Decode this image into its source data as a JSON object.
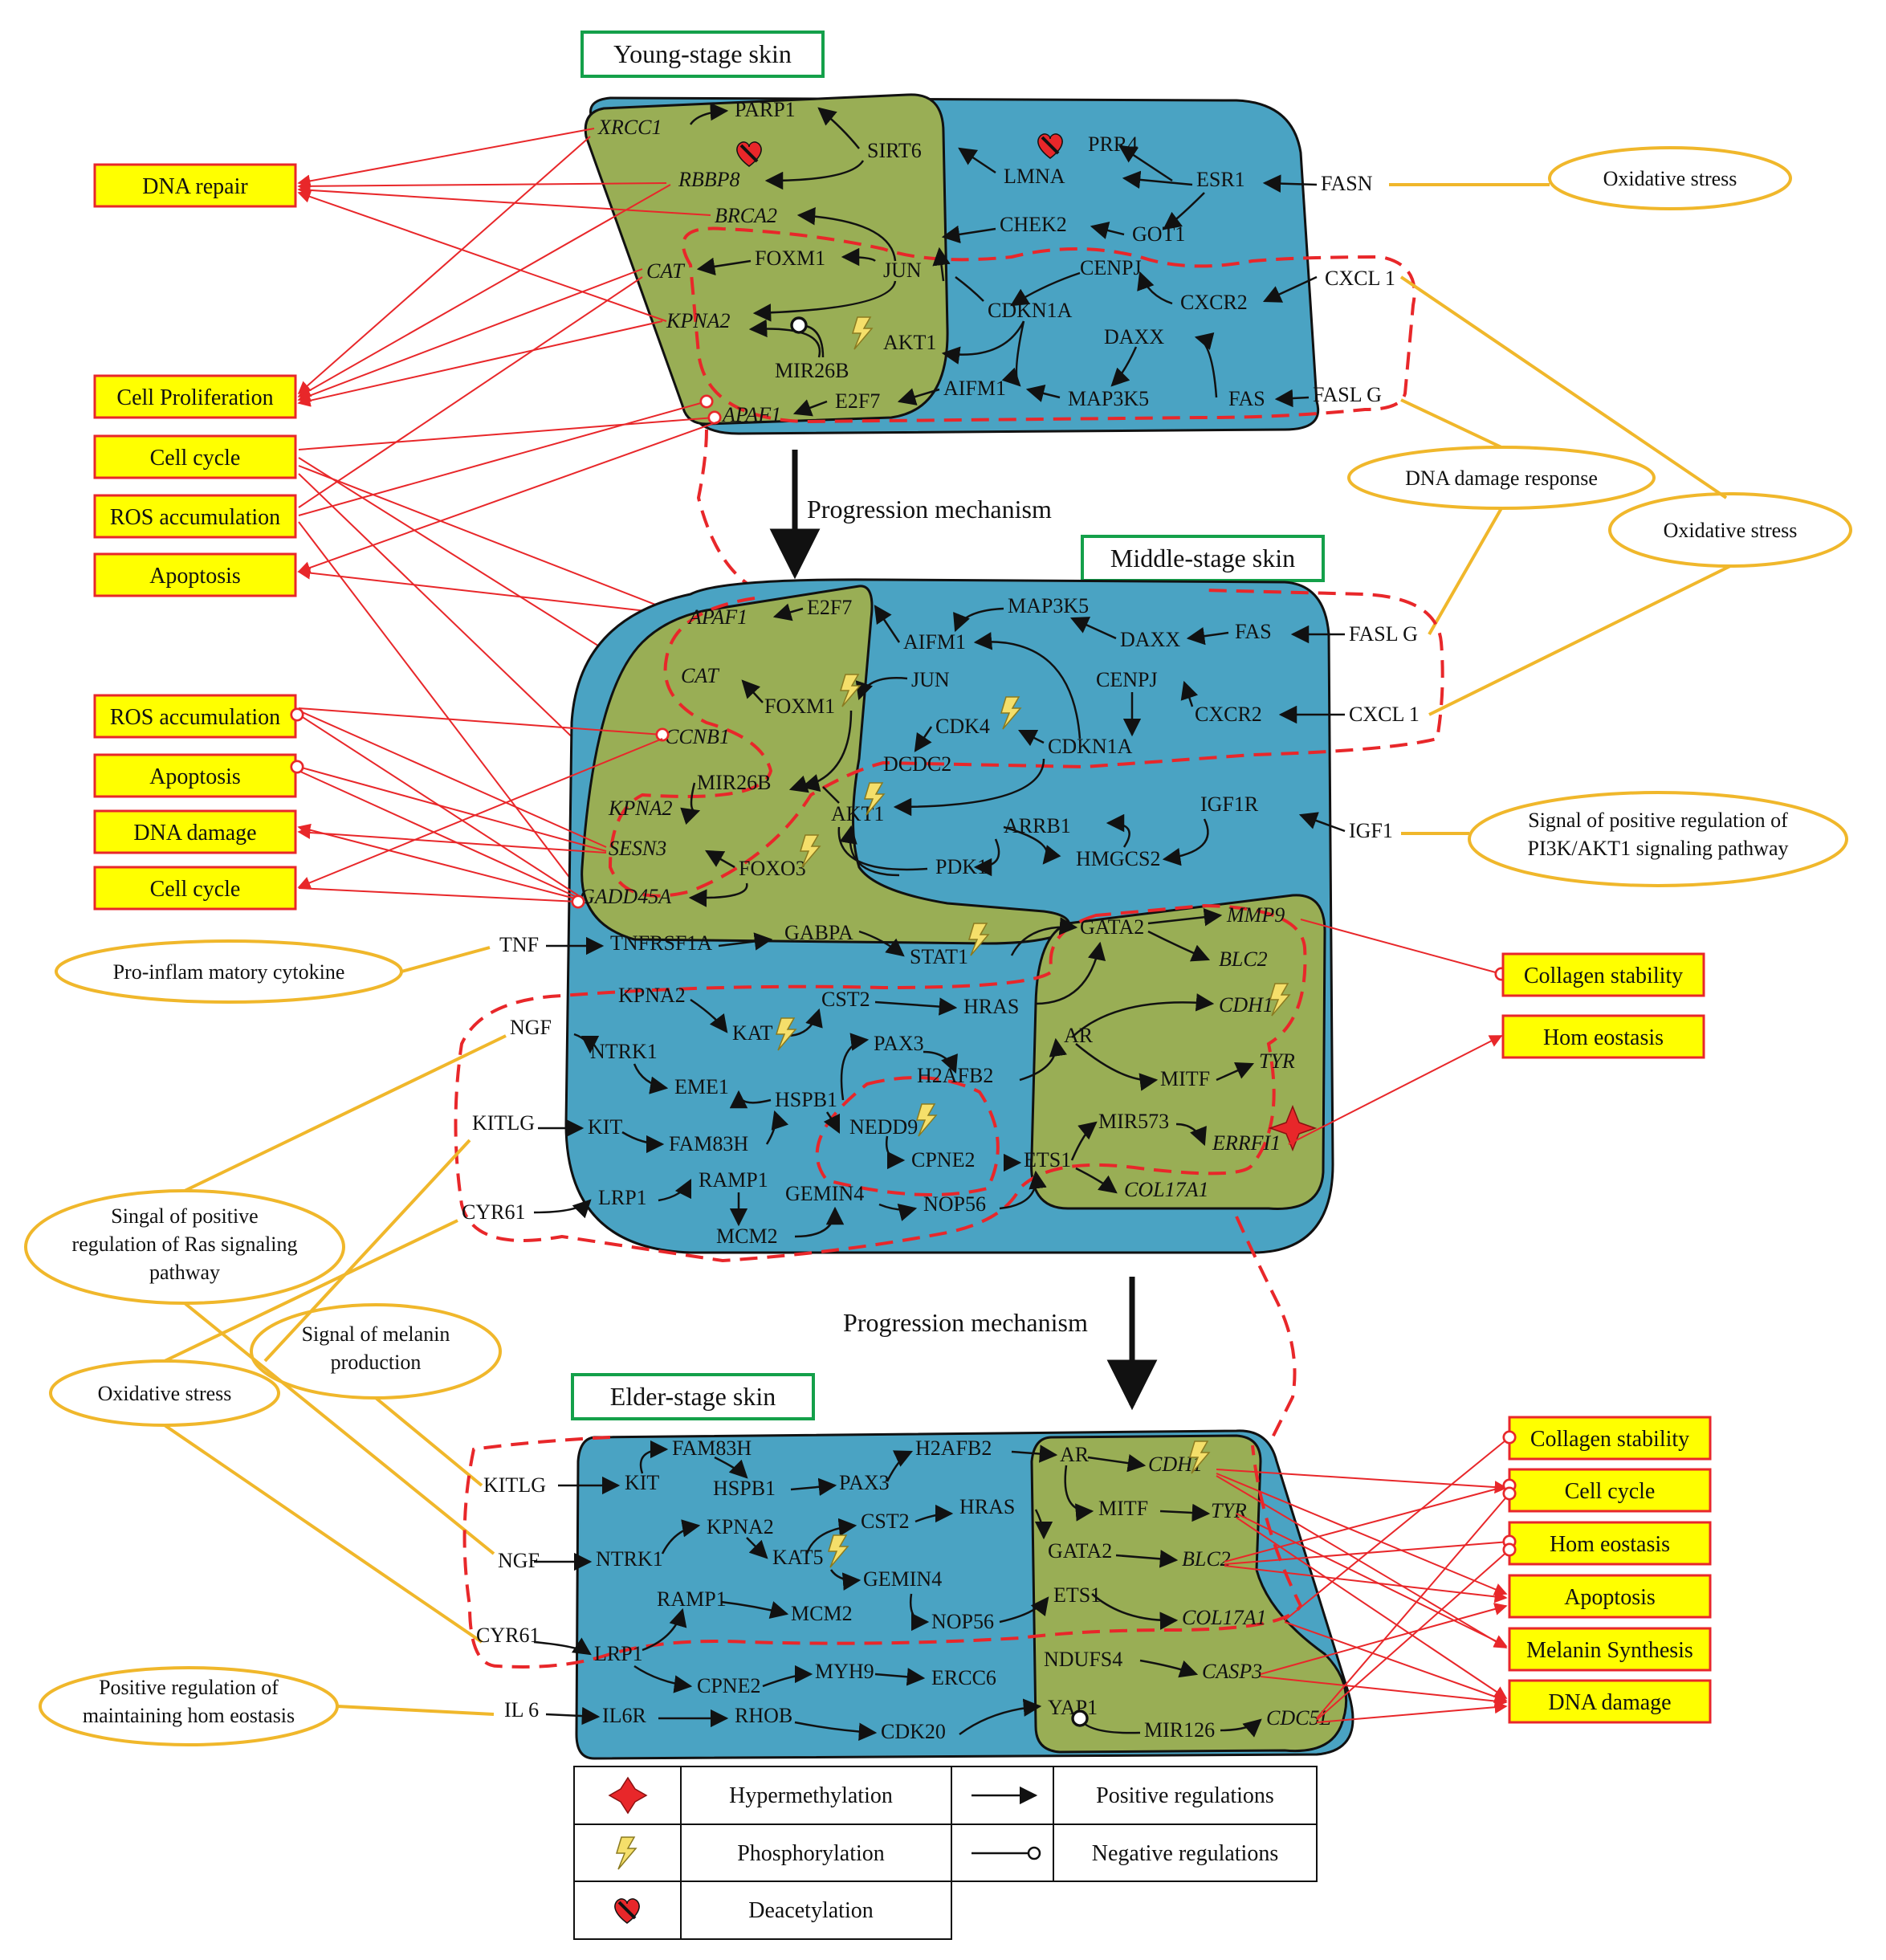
{
  "colors": {
    "blue_region": "#4AA3C3",
    "green_region": "#99AE55",
    "outcome_fill": "#FFFF00",
    "outcome_border": "#E8272A",
    "signal_border": "#F0B72B",
    "title_border": "#14A04A",
    "red_link": "#E8272A",
    "dashed": "#E8272A"
  },
  "icons": [
    "hypermethylation-star-icon",
    "phosphorylation-lightning-icon",
    "deacetylation-heart-icon"
  ],
  "stages": {
    "young": "Young-stage skin",
    "middle": "Middle-stage skin",
    "elder": "Elder-stage skin"
  },
  "progression": [
    "Progression mechanism",
    "Progression mechanism"
  ],
  "young_nodes": {
    "XRCC1": "XRCC1",
    "PARP1": "PARP1",
    "RBBP8": "RBBP8",
    "SIRT6": "SIRT6",
    "BRCA2": "BRCA2",
    "CAT": "CAT",
    "FOXM1": "FOXM1",
    "JUN": "JUN",
    "KPNA2": "KPNA2",
    "AKT1": "AKT1",
    "MIR26B": "MIR26B",
    "E2F7": "E2F7",
    "APAF1": "APAF1",
    "LMNA": "LMNA",
    "PRR4": "PRR4",
    "ESR1": "ESR1",
    "CHEK2": "CHEK2",
    "GOT1": "GOT1",
    "CENPJ": "CENPJ",
    "CDKN1A": "CDKN1A",
    "CXCR2": "CXCR2",
    "DAXX": "DAXX",
    "AIFM1": "AIFM1",
    "MAP3K5": "MAP3K5",
    "FAS": "FAS",
    "FASN": "FASN",
    "CXCL1": "CXCL 1",
    "FASLG": "FASL G"
  },
  "middle_nodes": {
    "APAF1": "APAF1",
    "E2F7": "E2F7",
    "MAP3K5": "MAP3K5",
    "AIFM1": "AIFM1",
    "DAXX": "DAXX",
    "FAS": "FAS",
    "FASLG": "FASL G",
    "CAT": "CAT",
    "JUN": "JUN",
    "CENPJ": "CENPJ",
    "FOXM1": "FOXM1",
    "CDK4": "CDK4",
    "CXCR2": "CXCR2",
    "CXCL1": "CXCL 1",
    "CCNB1": "CCNB1",
    "CDKN1A": "CDKN1A",
    "DCDC2": "DCDC2",
    "MIR26B": "MIR26B",
    "KPNA2": "KPNA2",
    "AKT1": "AKT1",
    "IGF1R": "IGF1R",
    "IGF1": "IGF1",
    "ARRB1": "ARRB1",
    "SESN3": "SESN3",
    "FOXO3": "FOXO3",
    "PDK1": "PDK1",
    "HMGCS2": "HMGCS2",
    "GADD45A": "GADD45A",
    "TNF": "TNF",
    "TNFRSF1A": "TNFRSF1A",
    "GABPA": "GABPA",
    "STAT1": "STAT1",
    "GATA2": "GATA2",
    "MMP9": "MMP9",
    "BLC2": "BLC2",
    "KPNA2b": "KPNA2",
    "CST2": "CST2",
    "HRAS": "HRAS",
    "CDH1": "CDH1",
    "NGF": "NGF",
    "KAT5": "KAT",
    "AR": "AR",
    "NTRK1": "NTRK1",
    "PAX3": "PAX3",
    "H2AFB2": "H2AFB2",
    "MITF": "MITF",
    "TYR": "TYR",
    "EME1": "EME1",
    "HSPB1": "HSPB1",
    "KITLG": "KITLG",
    "KIT": "KIT",
    "FAM83H": "FAM83H",
    "NEDD9": "NEDD9",
    "MIR573": "MIR573",
    "ERRFI1": "ERRFI1",
    "CPNE2": "CPNE2",
    "ETS1": "ETS1",
    "RAMP1": "RAMP1",
    "CYR61": "CYR61",
    "LRP1": "LRP1",
    "GEMIN4": "GEMIN4",
    "COL17A1": "COL17A1",
    "NOP56": "NOP56",
    "MCM2": "MCM2"
  },
  "elder_nodes": {
    "FAM83H": "FAM83H",
    "H2AFB2": "H2AFB2",
    "AR": "AR",
    "CDH1": "CDH1",
    "KITLG": "KITLG",
    "KIT": "KIT",
    "HSPB1": "HSPB1",
    "PAX3": "PAX3",
    "MITF": "MITF",
    "TYR": "TYR",
    "KPNA2": "KPNA2",
    "HRAS": "HRAS",
    "CST2": "CST2",
    "NGF": "NGF",
    "NTRK1": "NTRK1",
    "KAT5": "KAT5",
    "GATA2": "GATA2",
    "BLC2": "BLC2",
    "GEMIN4": "GEMIN4",
    "RAMP1": "RAMP1",
    "ETS1": "ETS1",
    "MCM2": "MCM2",
    "NOP56": "NOP56",
    "COL17A1": "COL17A1",
    "CYR61": "CYR61",
    "LRP1": "LRP1",
    "NDUFS4": "NDUFS4",
    "CPNE2": "CPNE2",
    "MYH9": "MYH9",
    "ERCC6": "ERCC6",
    "CASP3": "CASP3",
    "IL6": "IL 6",
    "IL6R": "IL6R",
    "RHOB": "RHOB",
    "CDK20": "CDK20",
    "YAP1": "YAP1",
    "MIR126": "MIR126",
    "CDC5L": "CDC5L"
  },
  "outcomes_left": [
    "DNA repair",
    "Cell Proliferation",
    "Cell cycle",
    "ROS accumulation",
    "Apoptosis",
    "ROS accumulation",
    "Apoptosis",
    "DNA damage",
    "Cell cycle"
  ],
  "outcomes_right_middle": [
    "Collagen stability",
    "Hom eostasis"
  ],
  "outcomes_right_elder": [
    "Collagen stability",
    "Cell cycle",
    "Hom eostasis",
    "Apoptosis",
    "Melanin Synthesis",
    "DNA damage"
  ],
  "signals": {
    "oxidative_top": "Oxidative stress",
    "dna_damage_response": "DNA damage response",
    "oxidative_right": "Oxidative stress",
    "pi3k": [
      "Signal of positive regulation of",
      "PI3K/AKT1 signaling pathway"
    ],
    "proinflam": "Pro-inflam matory cytokine",
    "ras": [
      "Singal of positive",
      "regulation of Ras signaling",
      "pathway"
    ],
    "melanin": [
      "Signal of melanin",
      "production"
    ],
    "oxidative_left": "Oxidative stress",
    "homeostasis": [
      "Positive regulation of",
      "maintaining hom eostasis"
    ]
  },
  "legend": {
    "hypermethylation": "Hypermethylation",
    "phosphorylation": "Phosphorylation",
    "deacetylation": "Deacetylation",
    "positive": "Positive regulations",
    "negative": "Negative regulations"
  }
}
